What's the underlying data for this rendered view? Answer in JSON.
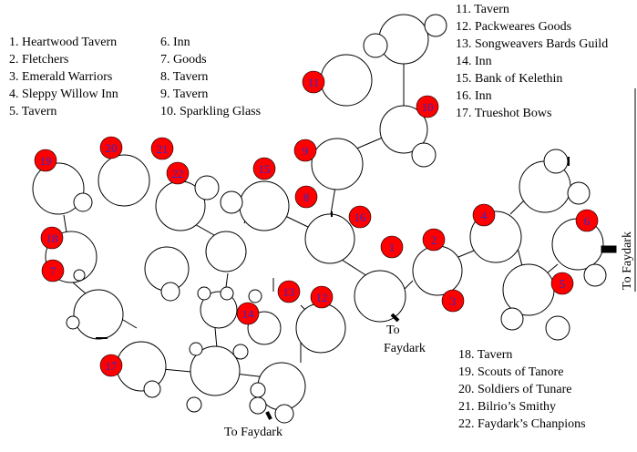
{
  "legend": {
    "col1": [
      "1. Heartwood Tavern",
      "2. Fletchers",
      "3. Emerald Warriors",
      "4. Sleppy Willow Inn",
      "5. Tavern"
    ],
    "col2": [
      "6. Inn",
      "7. Goods",
      "8. Tavern",
      "9. Tavern",
      "10.  Sparkling Glass"
    ],
    "col3": [
      "11. Tavern",
      "12. Packweares Goods",
      "13. Songweavers Bards Guild",
      "14. Inn",
      "15. Bank of Kelethin",
      "16. Inn",
      "17. Trueshot Bows"
    ],
    "col4": [
      "18. Tavern",
      "19. Scouts of Tanore",
      "20. Soldiers of Tunare",
      "21. Bilrio’s Smithy",
      "22. Faydark’s Chanpions"
    ]
  },
  "labels": {
    "exit_center_line1": "To",
    "exit_center_line2": "Faydark",
    "exit_bottom": "To Faydark",
    "exit_right": "To Faydark"
  },
  "markers": [
    "1",
    "2",
    "3",
    "4",
    "5",
    "6",
    "7",
    "8",
    "9",
    "10",
    "11",
    "12",
    "13",
    "14",
    "15",
    "16",
    "17",
    "18",
    "19",
    "20",
    "21",
    "22"
  ],
  "colors": {
    "marker_fill": "#ff0000",
    "marker_text": "#2b2bd6",
    "line": "#000000",
    "background": "#ffffff"
  }
}
